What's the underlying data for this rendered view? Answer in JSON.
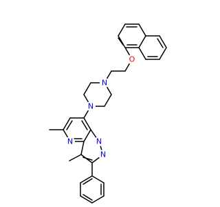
{
  "atoms": {
    "o1": {
      "text": "O",
      "color": "#ff0000"
    },
    "n_pip1": {
      "text": "N",
      "color": "#0000ff"
    },
    "n_pip2": {
      "text": "N",
      "color": "#0000ff"
    },
    "n_pyr": {
      "text": "N",
      "color": "#0000ff"
    },
    "n_pz1": {
      "text": "N",
      "color": "#0000ff"
    },
    "n_pz2": {
      "text": "N",
      "color": "#0000ff"
    }
  },
  "colors": {
    "bond": "#000000",
    "nitrogen": "#0000ff",
    "oxygen": "#ff0000",
    "background": "#ffffff"
  }
}
